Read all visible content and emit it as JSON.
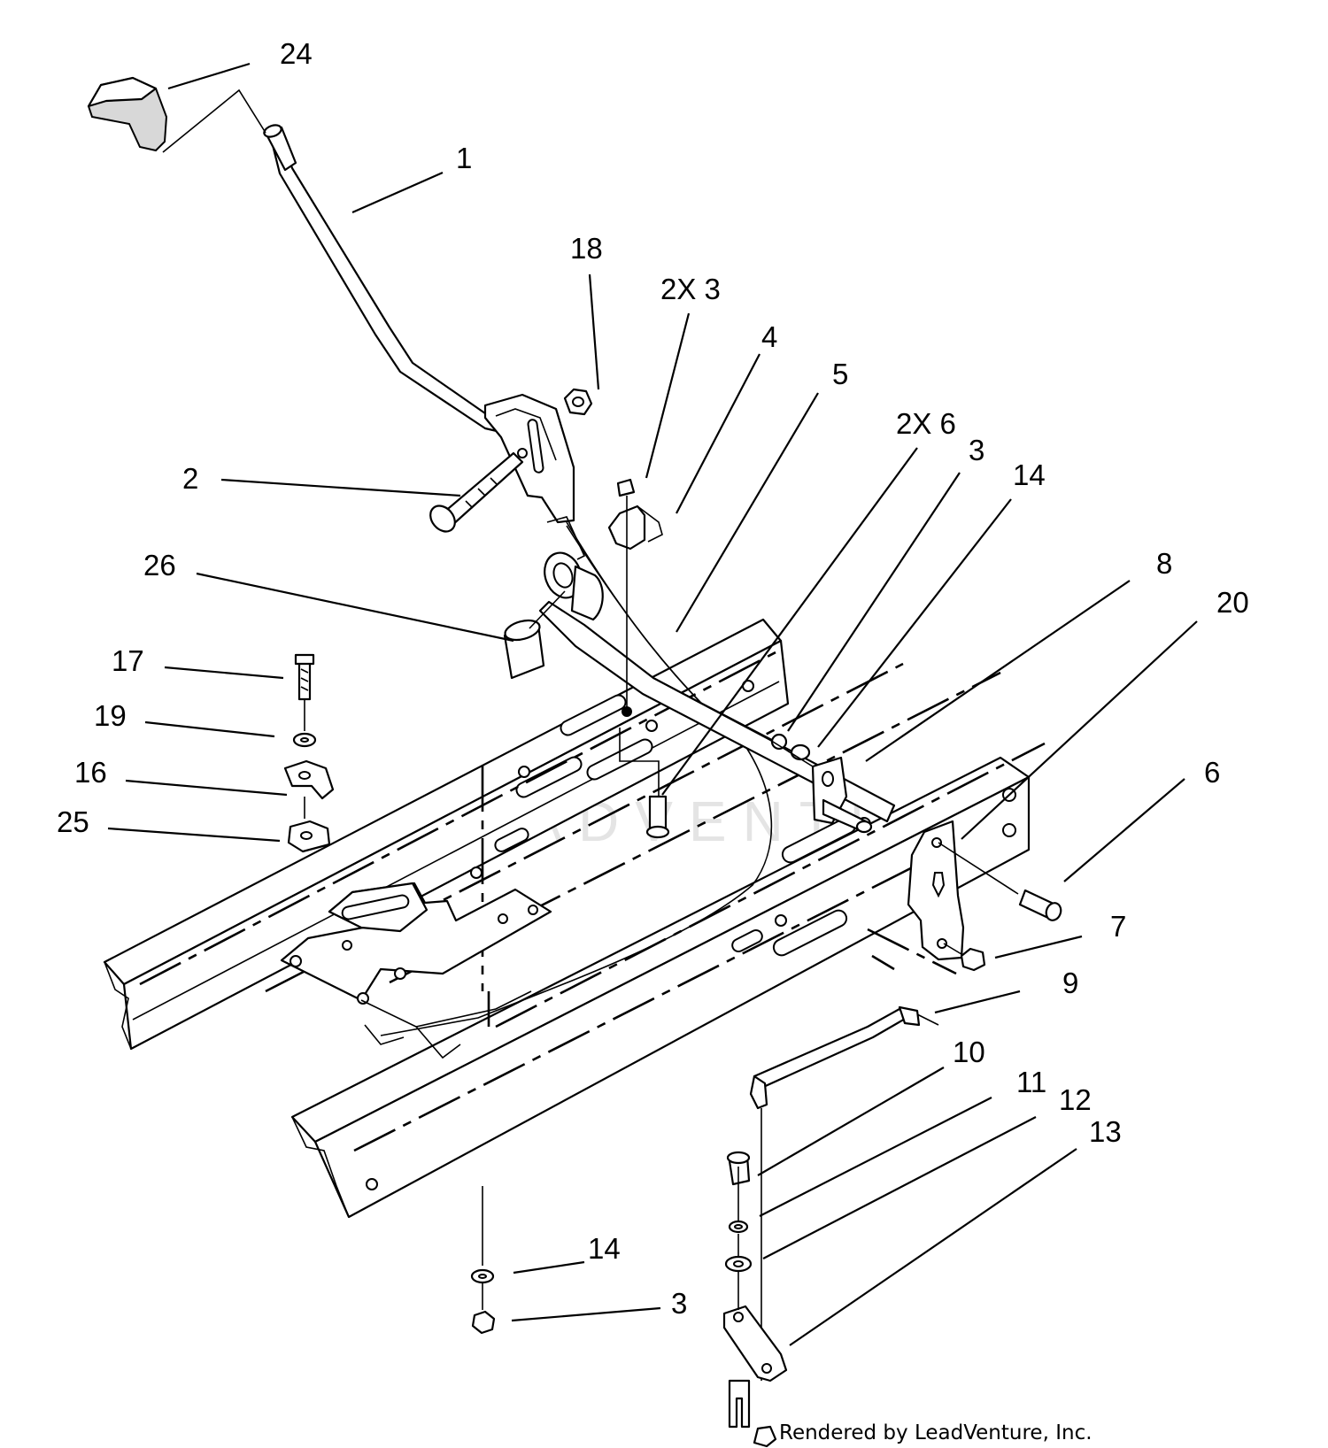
{
  "callouts": [
    {
      "id": "c24",
      "label": "24"
    },
    {
      "id": "c1",
      "label": "1"
    },
    {
      "id": "c18",
      "label": "18"
    },
    {
      "id": "c2x3",
      "label": "2X 3"
    },
    {
      "id": "c4",
      "label": "4"
    },
    {
      "id": "c5",
      "label": "5"
    },
    {
      "id": "c2x6",
      "label": "2X 6"
    },
    {
      "id": "c3a",
      "label": "3"
    },
    {
      "id": "c14a",
      "label": "14"
    },
    {
      "id": "c2",
      "label": "2"
    },
    {
      "id": "c26",
      "label": "26"
    },
    {
      "id": "c8",
      "label": "8"
    },
    {
      "id": "c20",
      "label": "20"
    },
    {
      "id": "c17",
      "label": "17"
    },
    {
      "id": "c19",
      "label": "19"
    },
    {
      "id": "c16",
      "label": "16"
    },
    {
      "id": "c25",
      "label": "25"
    },
    {
      "id": "c6",
      "label": "6"
    },
    {
      "id": "c7",
      "label": "7"
    },
    {
      "id": "c9",
      "label": "9"
    },
    {
      "id": "c10",
      "label": "10"
    },
    {
      "id": "c11",
      "label": "11"
    },
    {
      "id": "c12",
      "label": "12"
    },
    {
      "id": "c13",
      "label": "13"
    },
    {
      "id": "c14b",
      "label": "14"
    },
    {
      "id": "c3b",
      "label": "3"
    }
  ],
  "watermark": "LEADVENTURE",
  "credit": "Rendered by LeadVenture, Inc."
}
